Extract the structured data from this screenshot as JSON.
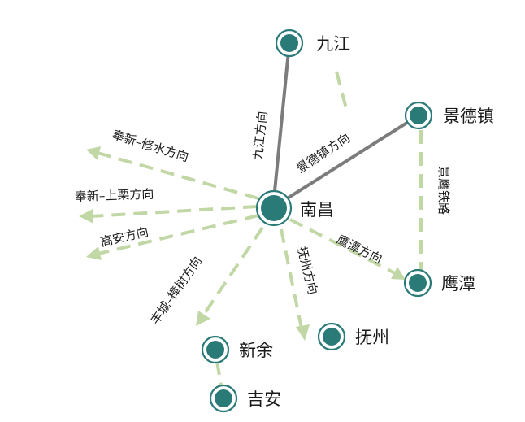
{
  "cities": {
    "nanchang": "南昌",
    "jiujiang": "九江",
    "jingdezhen": "景德镇",
    "yingtan": "鹰潭",
    "fuzhou": "抚州",
    "xinyu": "新余",
    "jian": "吉安"
  },
  "routes": {
    "jiujiang": "九江方向",
    "jingdezhen": "景德镇方向",
    "fengxin_xiushui": "奉新–修水方向",
    "fengxin_shangli": "奉新–上栗方向",
    "gaoan": "高安方向",
    "yingtan": "鹰潭方向",
    "fuzhou": "抚州方向",
    "fengcheng_zhangshu": "丰城–樟树方向",
    "jingying_railway": "景鹰铁路"
  },
  "colors": {
    "node": "#2a7a78",
    "solid_line": "#7c7c7c",
    "dashed_line": "#c2d7a6"
  }
}
